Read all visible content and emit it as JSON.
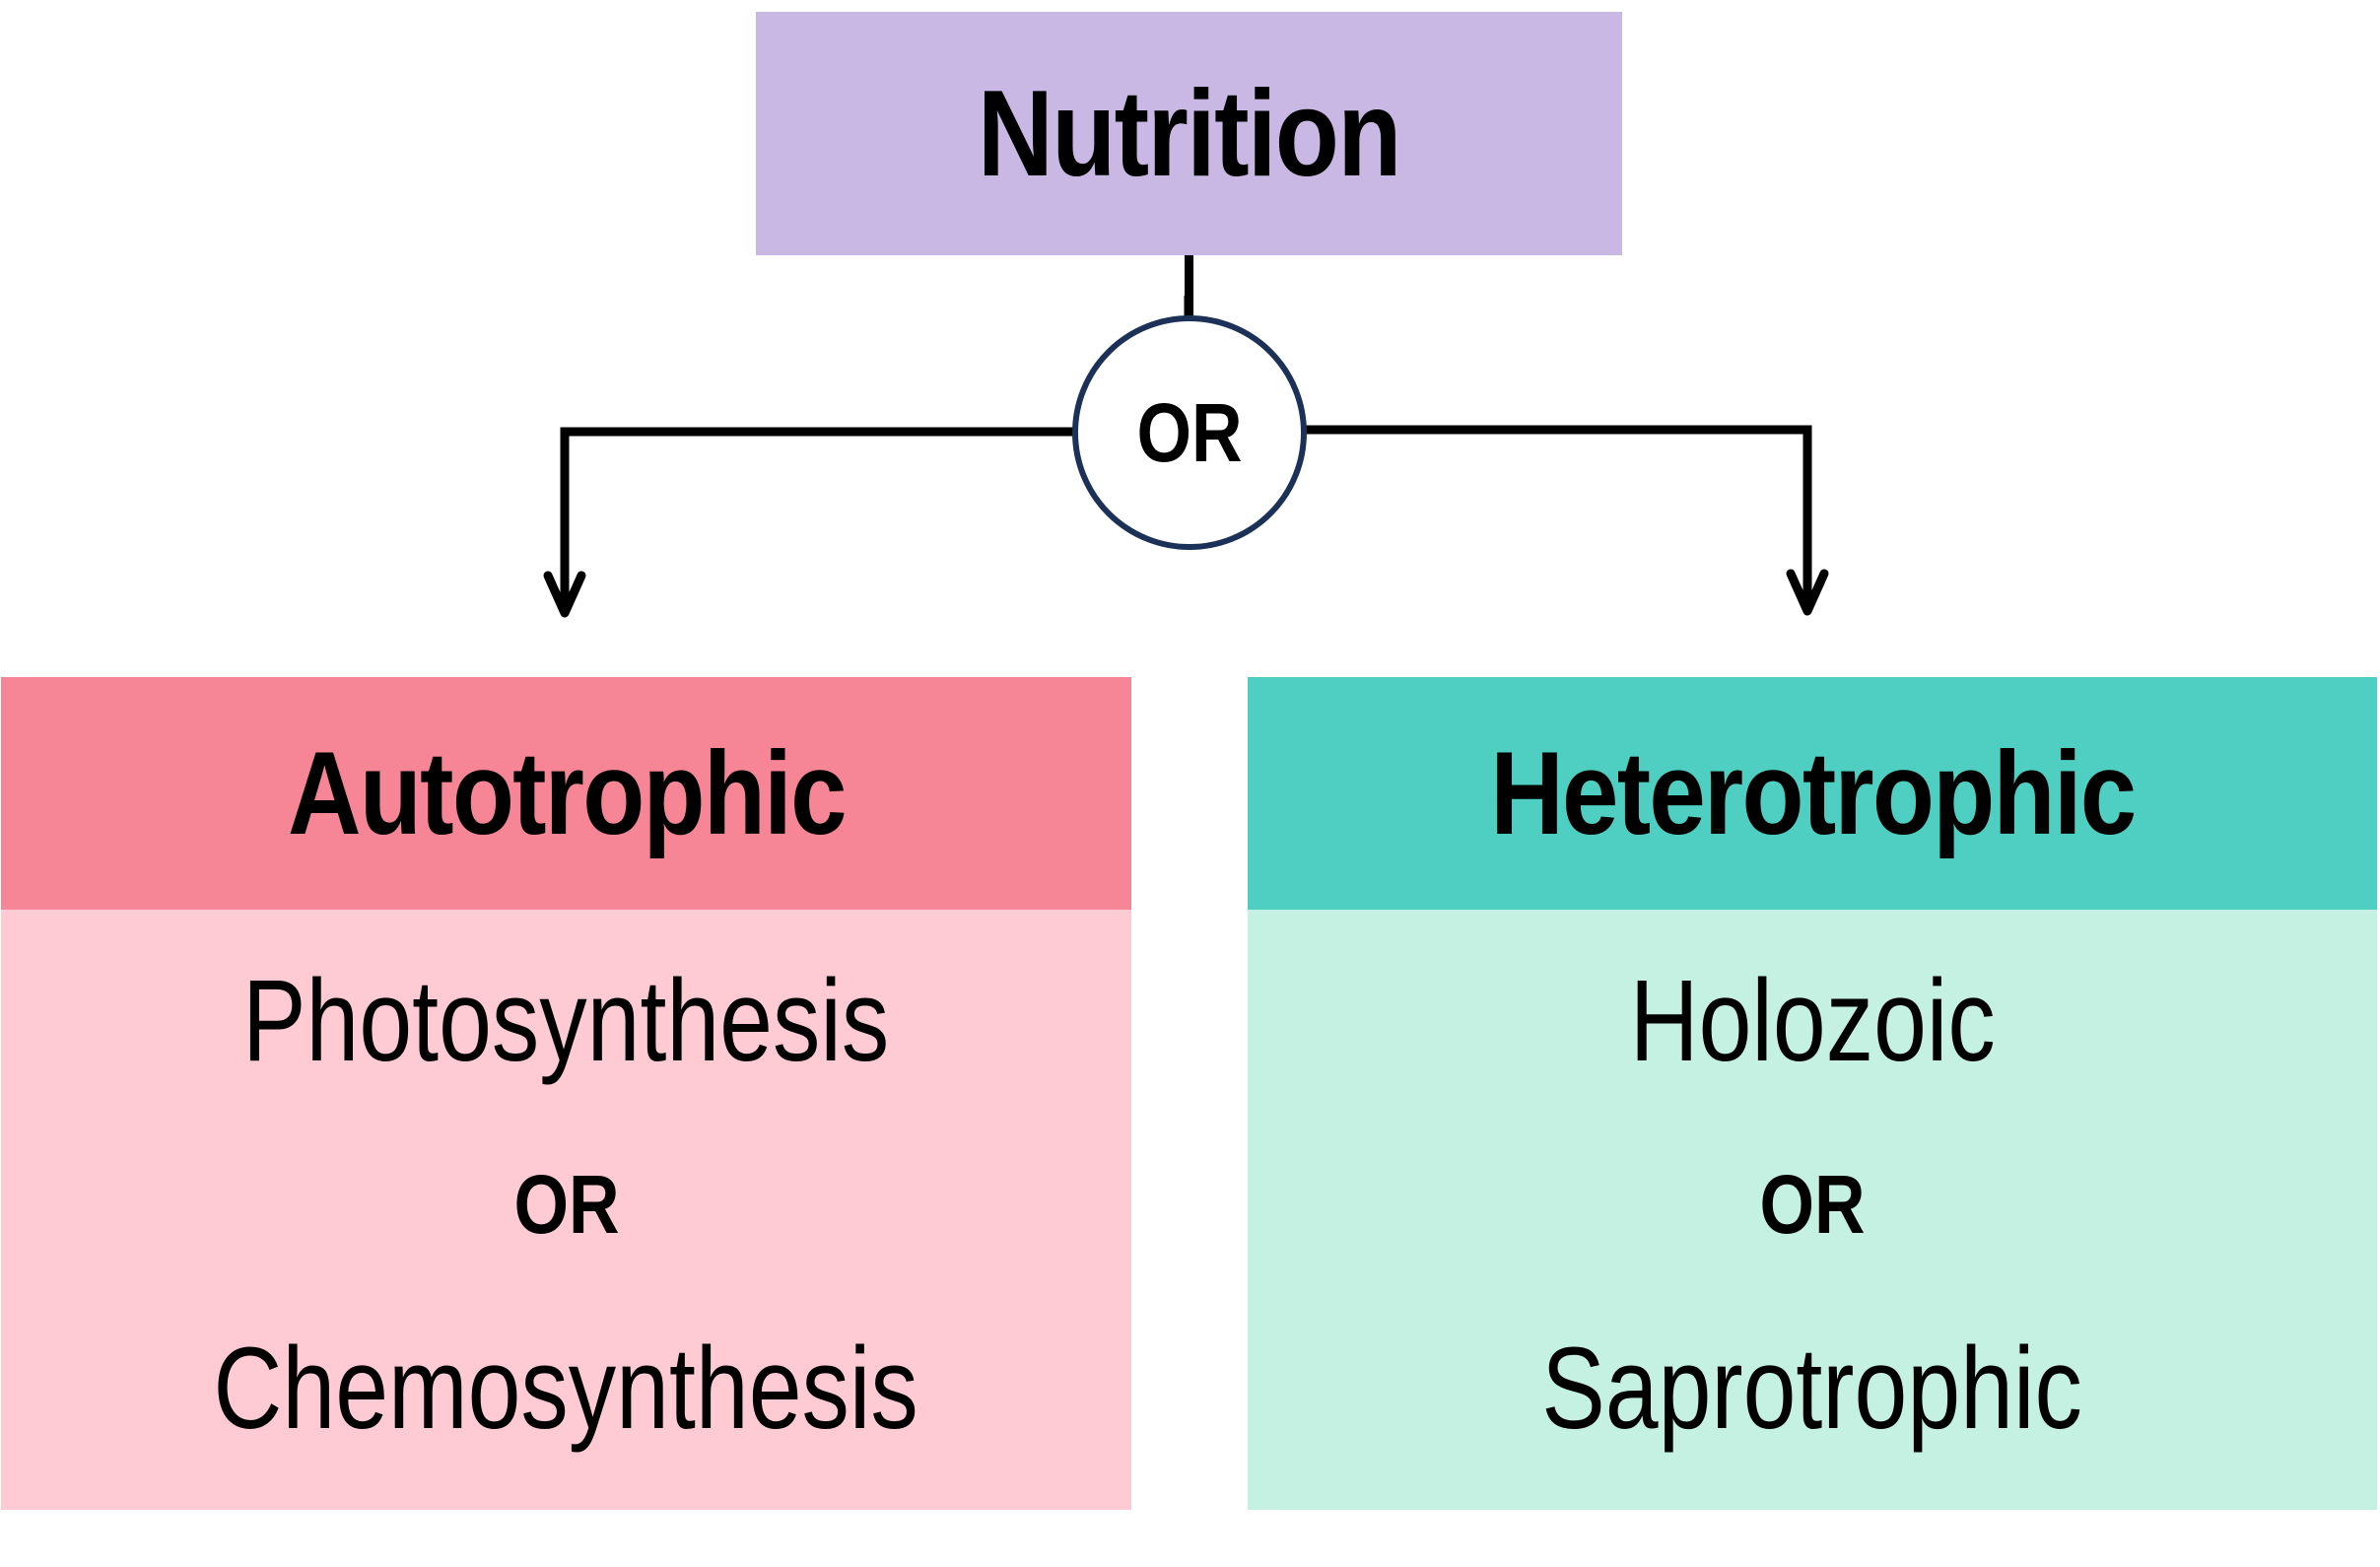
{
  "diagram": {
    "root": {
      "label": "Nutrition",
      "color": "#c9b8e4"
    },
    "connector": {
      "label": "OR",
      "border_color": "#1c3157",
      "line_color": "#000000"
    },
    "branches": [
      {
        "title": "Autotrophic",
        "header_color": "#f68595",
        "body_color": "#fecad3",
        "options": [
          "Photosynthesis",
          "Chemosynthesis"
        ],
        "separator": "OR"
      },
      {
        "title": "Heterotrophic",
        "header_color": "#4ecfc2",
        "body_color": "#c4f1e1",
        "options": [
          "Holozoic",
          "Saprotrophic"
        ],
        "separator": "OR"
      }
    ]
  }
}
